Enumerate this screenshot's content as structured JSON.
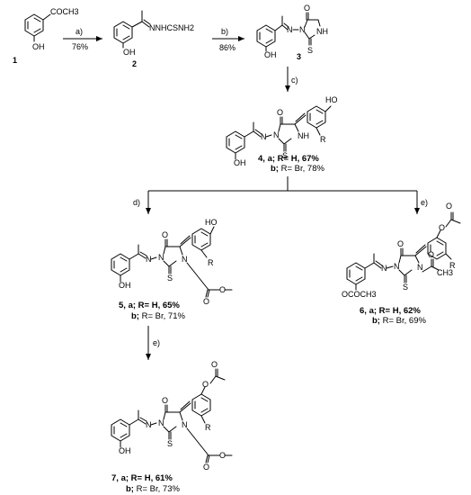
{
  "compounds": {
    "c1": {
      "number": "1",
      "labels": {
        "acyl": "COCH3",
        "oh": "OH"
      }
    },
    "c2": {
      "number": "2",
      "labels": {
        "chain": "NNHCSNH2",
        "oh": "OH"
      }
    },
    "c3": {
      "number": "3",
      "labels": {
        "o": "O",
        "n1": "N",
        "nh": "NH",
        "s": "S",
        "n2": "N",
        "oh": "OH"
      }
    },
    "c4": {
      "number": "4",
      "labels": {
        "oh_top": "HO",
        "o": "O",
        "r": "R",
        "n1": "N",
        "nh": "NH",
        "n2": "N",
        "s": "S",
        "oh": "OH"
      },
      "caption_a": ", a; R= H, 67%",
      "caption_b_prefix": "b;",
      "caption_b": " R= Br, 78%"
    },
    "c5": {
      "number": "5",
      "labels": {
        "oh_top": "HO",
        "o": "O",
        "r": "R",
        "n1": "N",
        "n2": "N",
        "s": "S",
        "n3": "N",
        "o_ester1": "O",
        "o_ester2": "O",
        "oh": "OH"
      },
      "caption_a": ", a; R= H, 65%",
      "caption_b_prefix": "b;",
      "caption_b": " R= Br, 71%"
    },
    "c6": {
      "number": "6",
      "labels": {
        "o_ac1": "O",
        "o_ac2": "O",
        "o": "O",
        "r": "R",
        "n1": "N",
        "n2": "N",
        "n3": "N",
        "s": "S",
        "ch3": "CH3",
        "o_amide": "O",
        "ococh3": "OCOCH3"
      },
      "caption_a": ", a; R= H, 62%",
      "caption_b_prefix": "b;",
      "caption_b": " R= Br, 69%"
    },
    "c7": {
      "number": "7",
      "labels": {
        "o_ac1": "O",
        "o_ac2": "O",
        "o": "O",
        "r": "R",
        "n1": "N",
        "n2": "N",
        "n3": "N",
        "s": "S",
        "o_ester1": "O",
        "o_ester2": "O",
        "oh": "OH"
      },
      "caption_a": ", a; R= H, 61%",
      "caption_b_prefix": "b;",
      "caption_b": " R= Br, 73%"
    }
  },
  "steps": {
    "a": {
      "label": "a)",
      "yield": "76%"
    },
    "b": {
      "label": "b)",
      "yield": "86%"
    },
    "c": {
      "label": "c)"
    },
    "d": {
      "label": "d)"
    },
    "e1": {
      "label": "e)"
    },
    "e2": {
      "label": "e)"
    }
  }
}
